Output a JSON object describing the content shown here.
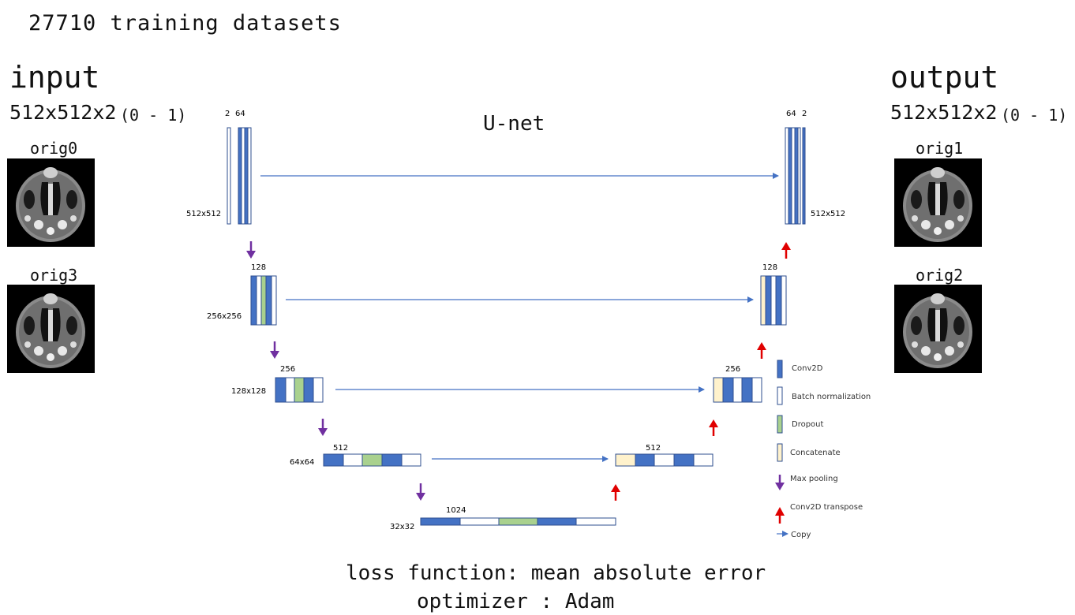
{
  "header": {
    "training_note": "27710 training datasets"
  },
  "input": {
    "title": "input",
    "shape": "512x512x2",
    "range": "(0 - 1)",
    "images": [
      "orig0",
      "orig3"
    ]
  },
  "output": {
    "title": "output",
    "shape": "512x512x2",
    "range": "(0 - 1)",
    "images": [
      "orig1",
      "orig2"
    ]
  },
  "network": {
    "title": "U-net",
    "encoder": [
      {
        "size": "512x512",
        "channels": [
          "2",
          "64"
        ]
      },
      {
        "size": "256x256",
        "channels": [
          "128"
        ]
      },
      {
        "size": "128x128",
        "channels": [
          "256"
        ]
      },
      {
        "size": "64x64",
        "channels": [
          "512"
        ]
      }
    ],
    "bottleneck": {
      "size": "32x32",
      "channels": "1024"
    },
    "decoder": [
      {
        "size": "512x512",
        "channels": [
          "64",
          "2"
        ]
      },
      {
        "size": "",
        "channels": [
          "128"
        ]
      },
      {
        "size": "",
        "channels": [
          "256"
        ]
      },
      {
        "size": "",
        "channels": [
          "512"
        ]
      }
    ]
  },
  "legend": [
    {
      "label": "Conv2D",
      "kind": "conv",
      "color": "#4472c4"
    },
    {
      "label": "Batch normalization",
      "kind": "bn",
      "color": "#ffffff"
    },
    {
      "label": "Dropout",
      "kind": "dropout",
      "color": "#a9d18e"
    },
    {
      "label": "Concatenate",
      "kind": "concat",
      "color": "#fff2cc"
    },
    {
      "label": "Max pooling",
      "kind": "pool",
      "color": "#7030a0"
    },
    {
      "label": "Conv2D transpose",
      "kind": "upconv",
      "color": "#e00000"
    },
    {
      "label": "Copy",
      "kind": "copy",
      "color": "#4472c4"
    }
  ],
  "footer": {
    "loss": "loss function: mean absolute error",
    "optimizer": "optimizer : Adam"
  },
  "colors": {
    "conv": "#4472c4",
    "bn": "#ffffff",
    "dropout": "#a9d18e",
    "concat": "#fff2cc",
    "pool": "#7030a0",
    "upconv": "#e00000",
    "copy": "#4472c4",
    "border": "#2f4f8f"
  }
}
